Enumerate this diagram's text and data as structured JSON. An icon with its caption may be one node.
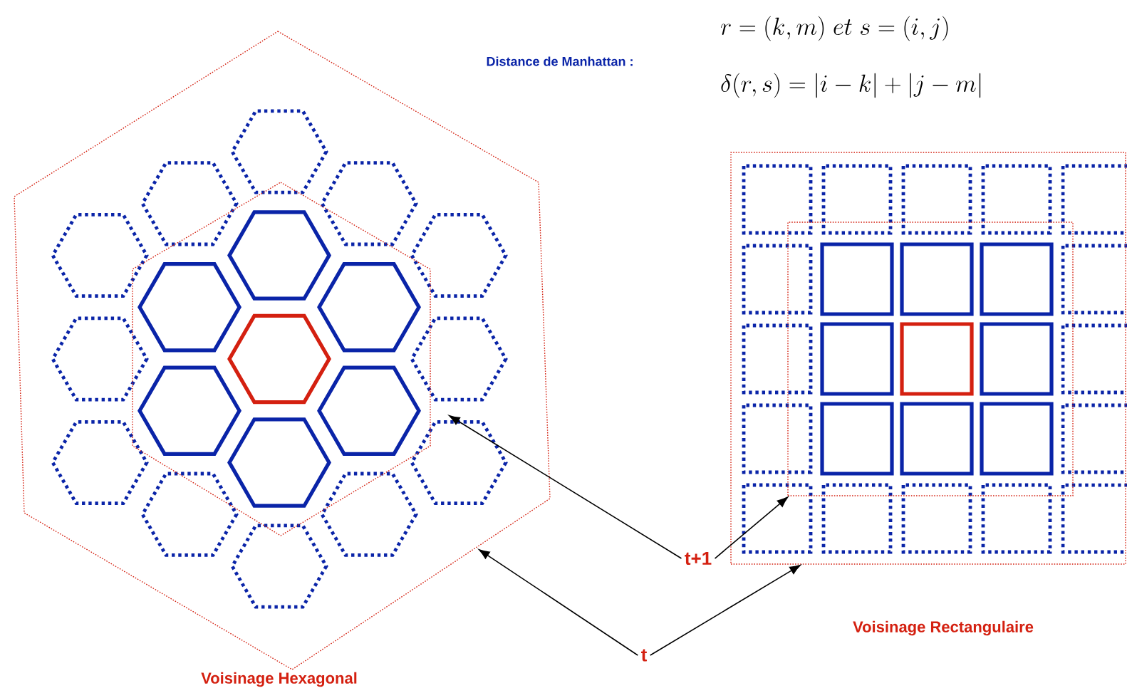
{
  "diagram": {
    "nodes": [
      {
        "text": [],
        "shape": "hexagon"
      },
      {
        "text": [],
        "shape": "hexagon",
        "in": 0
      },
      {
        "text": [],
        "shape": "box"
      },
      {
        "text": [],
        "shape": "box",
        "in": 2
      },
      {
        "text": [
          "t+1"
        ]
      },
      {
        "text": [
          "t"
        ]
      }
    ],
    "edges": [
      {
        "from": 4,
        "to": 1,
        "arrow": "to"
      },
      {
        "from": 4,
        "to": 3,
        "arrow": "to"
      },
      {
        "from": 5,
        "to": 0,
        "arrow": "to"
      },
      {
        "from": 5,
        "to": 2,
        "arrow": "to"
      }
    ],
    "labels": [
      "Distance de Manhattan :",
      "r=(k,m)\\; et\\; s=(i,j)",
      "\\delta(r,s)=\\left|i-k\\right|+\\left|j-m\\right|",
      "Voisinage Hexagonal",
      "Voisinage Rectangulaire"
    ]
  }
}
